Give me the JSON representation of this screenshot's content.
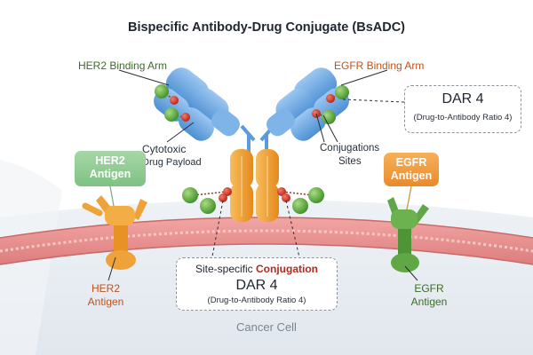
{
  "title": "Bispecific Antibody-Drug Conjugate (BsADC)",
  "labels": {
    "her2_arm": "HER2 Binding Arm",
    "egfr_arm": "EGFR Binding Arm",
    "payload_line1": "Cytotoxic",
    "payload_line2": "Drug Payload",
    "sites_line1": "Conjugations",
    "sites_line2": "Sites",
    "her2_tag_line1": "HER2",
    "her2_tag_line2": "Antigen",
    "egfr_tag_line1": "EGFR",
    "egfr_tag_line2": "Antigen",
    "her2_bottom_line1": "HER2",
    "her2_bottom_line2": "Antigen",
    "egfr_bottom_line1": "EGFR",
    "egfr_bottom_line2": "Antigen",
    "cancer_cell": "Cancer Cell"
  },
  "dar_top": {
    "value": "DAR 4",
    "detail": "(Drug-to-Antibody Ratio 4)"
  },
  "dar_bottom": {
    "prefix": "Site-specific",
    "emphasis": "Conjugation",
    "value": "DAR 4",
    "detail": "(Drug-to-Antibody Ratio 4)"
  },
  "colors": {
    "fab": "#6fa8e0",
    "fc": "#f0a23a",
    "payload": "#5aa63a",
    "linker": "#d33a2c",
    "her2_receptor": "#f0a23a",
    "egfr_receptor": "#5fa845",
    "membrane": "#e8908f",
    "conjugation_text": "#b02a20"
  }
}
